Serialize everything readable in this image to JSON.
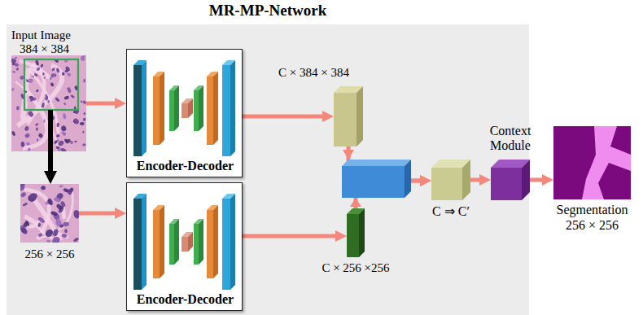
{
  "diagram": {
    "nodes": [
      {
        "text": [
          "MR-MP-Network"
        ]
      },
      {
        "text": [
          "Input Image",
          "384 × 384"
        ],
        "in": 0
      },
      {
        "text": [
          "256 × 256"
        ],
        "in": 0
      },
      {
        "text": [
          "Encoder-Decoder"
        ],
        "in": 0
      },
      {
        "text": [
          "Encoder-Decoder"
        ],
        "in": 0
      },
      {
        "text": [
          "C × 384 × 384"
        ],
        "in": 0
      },
      {
        "text": [
          "C × 256 ×256"
        ],
        "in": 0
      },
      {
        "text": [
          "C ⇒ C′"
        ],
        "in": 0
      },
      {
        "text": [
          "Context Module"
        ]
      },
      {
        "text": [
          "Segmentation",
          "256 × 256"
        ]
      }
    ],
    "edges": [
      {
        "from": 1,
        "to": 3,
        "arrow": "to"
      },
      {
        "from": 1,
        "to": 2,
        "arrow": "to"
      },
      {
        "from": 2,
        "to": 4,
        "arrow": "to"
      },
      {
        "from": 3,
        "to": 5,
        "arrow": "to"
      },
      {
        "from": 4,
        "to": 6,
        "arrow": "to"
      },
      {
        "from": 5,
        "to": 7,
        "arrow": "to"
      },
      {
        "from": 6,
        "to": 7,
        "arrow": "to"
      },
      {
        "from": 7,
        "to": 8,
        "arrow": "to"
      },
      {
        "from": 8,
        "to": 9,
        "arrow": "to"
      }
    ]
  }
}
